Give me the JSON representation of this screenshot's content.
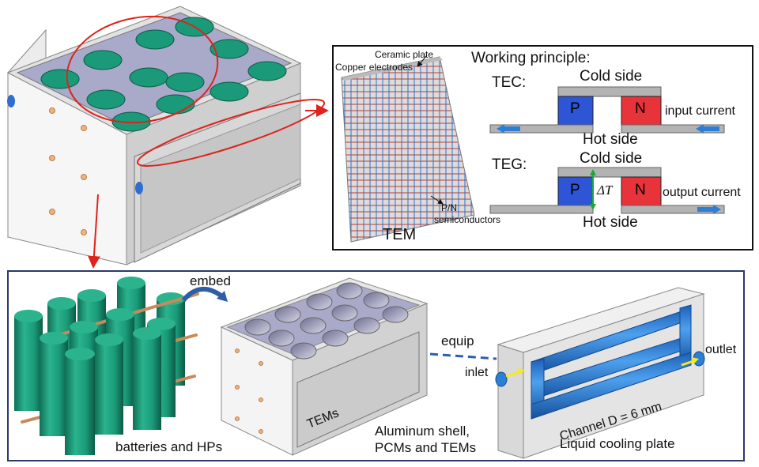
{
  "module": {
    "title": "Working principle:",
    "tem": {
      "ceramic_plate": "Ceramic plate",
      "copper_electrodes": "Copper electrodes",
      "pn_line1": "P/N",
      "pn_line2": "semiconductors",
      "tem_label": "TEM"
    },
    "tec": {
      "label": "TEC:",
      "cold_side": "Cold side",
      "hot_side": "Hot side",
      "p": "P",
      "n": "N",
      "current": "input current"
    },
    "teg": {
      "label": "TEG:",
      "cold_side": "Cold side",
      "hot_side": "Hot side",
      "p": "P",
      "n": "N",
      "delta": "ΔT",
      "current": "output current"
    }
  },
  "assembly": {
    "embed": "embed",
    "batteries": "batteries and HPs",
    "tems": "TEMs",
    "shell_line1": "Aluminum shell,",
    "shell_line2": "PCMs and TEMs",
    "equip": "equip",
    "inlet": "inlet",
    "outlet": "outlet",
    "channel": "Channel D = 6 mm",
    "plate": "Liquid cooling plate"
  },
  "colors": {
    "battery_green": "#1a9a78",
    "p_blue": "#2d55d6",
    "n_red": "#e8333b",
    "highlight_red": "#e0221c",
    "channel_blue": "#2d7fd6",
    "hp_copper": "#c88a5a",
    "top_plate": "#a9a9c9"
  }
}
